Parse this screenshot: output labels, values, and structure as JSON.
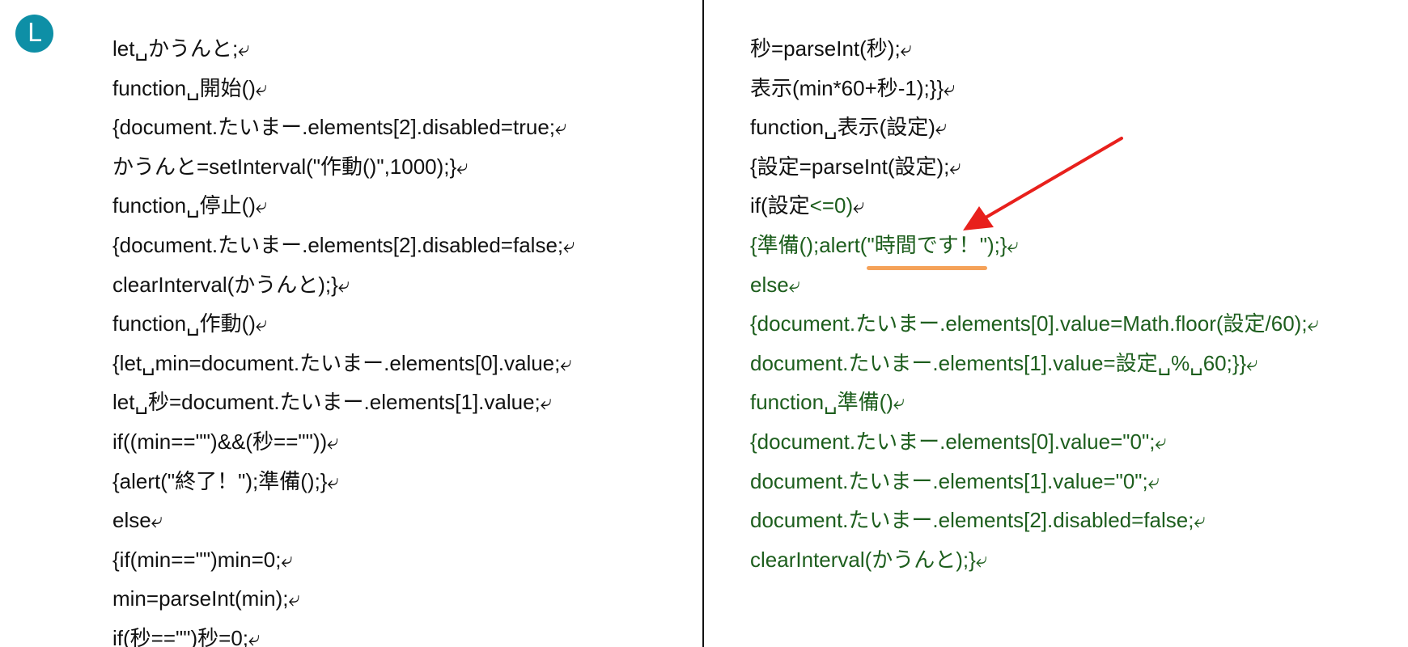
{
  "badge": {
    "letter": "L"
  },
  "left_code": [
    "let␣かうんと;⤶",
    "function␣開始()⤶",
    "{document.たいまー.elements[2].disabled=true;⤶",
    "かうんと=setInterval(\"作動()\",1000);}⤶",
    "function␣停止()⤶",
    "{document.たいまー.elements[2].disabled=false;⤶",
    "clearInterval(かうんと);}⤶",
    "function␣作動()⤶",
    "{let␣min=document.たいまー.elements[0].value;⤶",
    "let␣秒=document.たいまー.elements[1].value;⤶",
    "if((min==\"\")&&(秒==\"\"))⤶",
    "{alert(\"終了！\");準備();}⤶",
    "else⤶",
    "{if(min==\"\")min=0;⤶",
    "min=parseInt(min);⤶",
    "if(秒==\"\")秒=0;⤶"
  ],
  "right_code": {
    "l1": "秒=parseInt(秒);⤶",
    "l2": "表示(min*60+秒-1);}}⤶",
    "l3": "function␣表示(設定)⤶",
    "l4": "{設定=parseInt(設定);⤶",
    "l5_a": "if(設定",
    "l5_b": "<=0)",
    "l5_c": "⤶",
    "l6_a": "{準備();alert(",
    "l6_b": "\"時間です！\"",
    "l6_c": ");}⤶",
    "l7": "else⤶",
    "l8": "{document.たいまー.elements[0].value=Math.floor(設定/60);⤶",
    "l9": "document.たいまー.elements[1].value=設定␣%␣60;}}⤶",
    "l10": "function␣準備()⤶",
    "l11": "{document.たいまー.elements[0].value=\"0\";⤶",
    "l12": "document.たいまー.elements[1].value=\"0\";⤶",
    "l13": "document.たいまー.elements[2].disabled=false;⤶",
    "l14": "clearInterval(かうんと);}⤶"
  },
  "colors": {
    "text": "#111111",
    "keyword_green": "#1d5e1d",
    "badge": "#0e8fa6",
    "arrow": "#e8201c",
    "underline": "#f5a259"
  }
}
